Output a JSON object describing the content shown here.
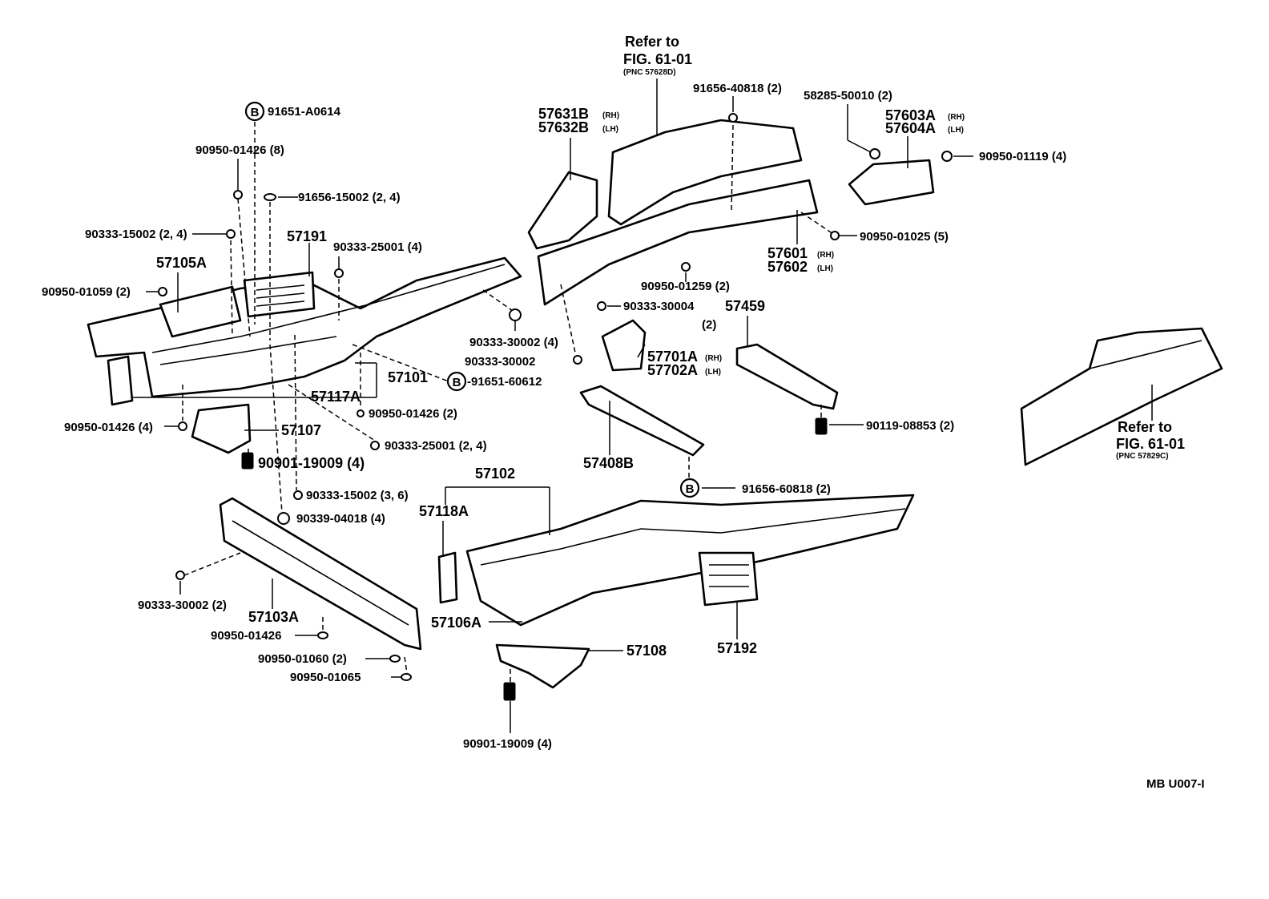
{
  "diagram_code": "MB U007-I",
  "refs": [
    {
      "line1": "Refer to",
      "line2": "FIG. 61-01",
      "line3": "(PNC 57628D)"
    },
    {
      "line1": "Refer to",
      "line2": "FIG. 61-01",
      "line3": "(PNC 57829C)"
    }
  ],
  "circled_letter": "B",
  "parts": {
    "p91651A0614": "91651-A0614",
    "p9095001426_8": "90950-01426 (8)",
    "p9165615002": "91656-15002 (2, 4)",
    "p9033315002_24": "90333-15002 (2, 4)",
    "p57191": "57191",
    "p9033325001_4": "90333-25001 (4)",
    "p57105A": "57105A",
    "p9095001059": "90950-01059 (2)",
    "p9033330002_4": "90333-30002 (4)",
    "p9033330002": "90333-30002",
    "p57101": "57101",
    "p9165160612": "-91651-60612",
    "p57117A": "57117A",
    "p9095001426_4": "90950-01426 (4)",
    "p9095001426_2": "90950-01426 (2)",
    "p57107": "57107",
    "p9033325001_24": "90333-25001 (2, 4)",
    "p9090119009_a": "90901-19009 (4)",
    "p9033315002_36": "90333-15002 (3, 6)",
    "p9033904018": "90339-04018 (4)",
    "p9033330002_2": "90333-30002 (2)",
    "p57103A": "57103A",
    "p9095001426": "90950-01426",
    "p9095001060": "90950-01060 (2)",
    "p9095001065": "90950-01065",
    "p57631B": "57631B",
    "p57632B": "57632B",
    "p9165640818": "91656-40818 (2)",
    "p5828550010": "58285-50010 (2)",
    "p57603A": "57603A",
    "p57604A": "57604A",
    "p9095001119": "90950-01119 (4)",
    "p9095001025": "90950-01025 (5)",
    "p57601": "57601",
    "p57602": "57602",
    "p9095001259": "90950-01259 (2)",
    "p9033330004": "90333-30004",
    "p9033330004_qty": "(2)",
    "p57459": "57459",
    "p57701A": "57701A",
    "p57702A": "57702A",
    "p9011908853": "90119-08853 (2)",
    "p57408B": "57408B",
    "p9165660818": "91656-60818 (2)",
    "p57102": "57102",
    "p57118A": "57118A",
    "p57106A": "57106A",
    "p57108": "57108",
    "p57192": "57192",
    "p9090119009_b": "90901-19009 (4)"
  },
  "side": {
    "rh": "(RH)",
    "lh": "(LH)"
  }
}
